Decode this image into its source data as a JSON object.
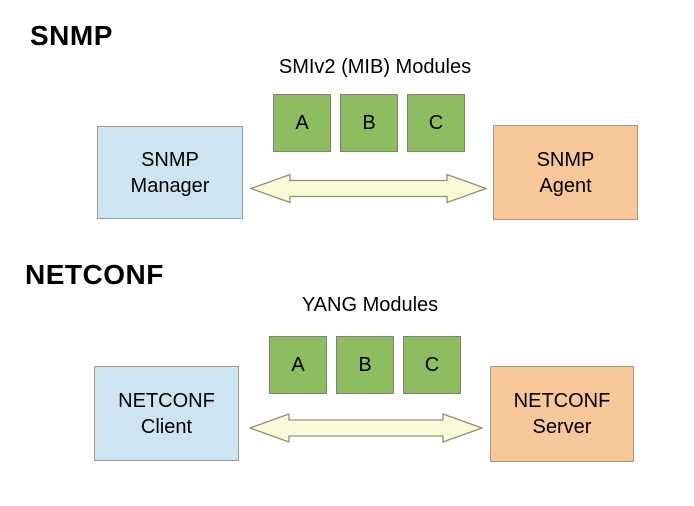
{
  "diagram": {
    "sections": [
      {
        "title": "SNMP",
        "modules_label": "SMIv2 (MIB) Modules",
        "modules": [
          "A",
          "B",
          "C"
        ],
        "left_box": {
          "line1": "SNMP",
          "line2": "Manager"
        },
        "right_box": {
          "line1": "SNMP",
          "line2": "Agent"
        },
        "arrow": "bidirectional"
      },
      {
        "title": "NETCONF",
        "modules_label": "YANG Modules",
        "modules": [
          "A",
          "B",
          "C"
        ],
        "left_box": {
          "line1": "NETCONF",
          "line2": "Client"
        },
        "right_box": {
          "line1": "NETCONF",
          "line2": "Server"
        },
        "arrow": "bidirectional"
      }
    ],
    "colors": {
      "module_fill": "#8dbd60",
      "module_border": "#808080",
      "left_box_fill": "#cde4f2",
      "left_box_border": "#9c9c9c",
      "right_box_fill": "#f8c89a",
      "right_box_border": "#ab9480",
      "arrow_fill": "#fafad8",
      "arrow_border": "#8f8f74",
      "text": "#000000",
      "background": "#ffffff"
    }
  }
}
